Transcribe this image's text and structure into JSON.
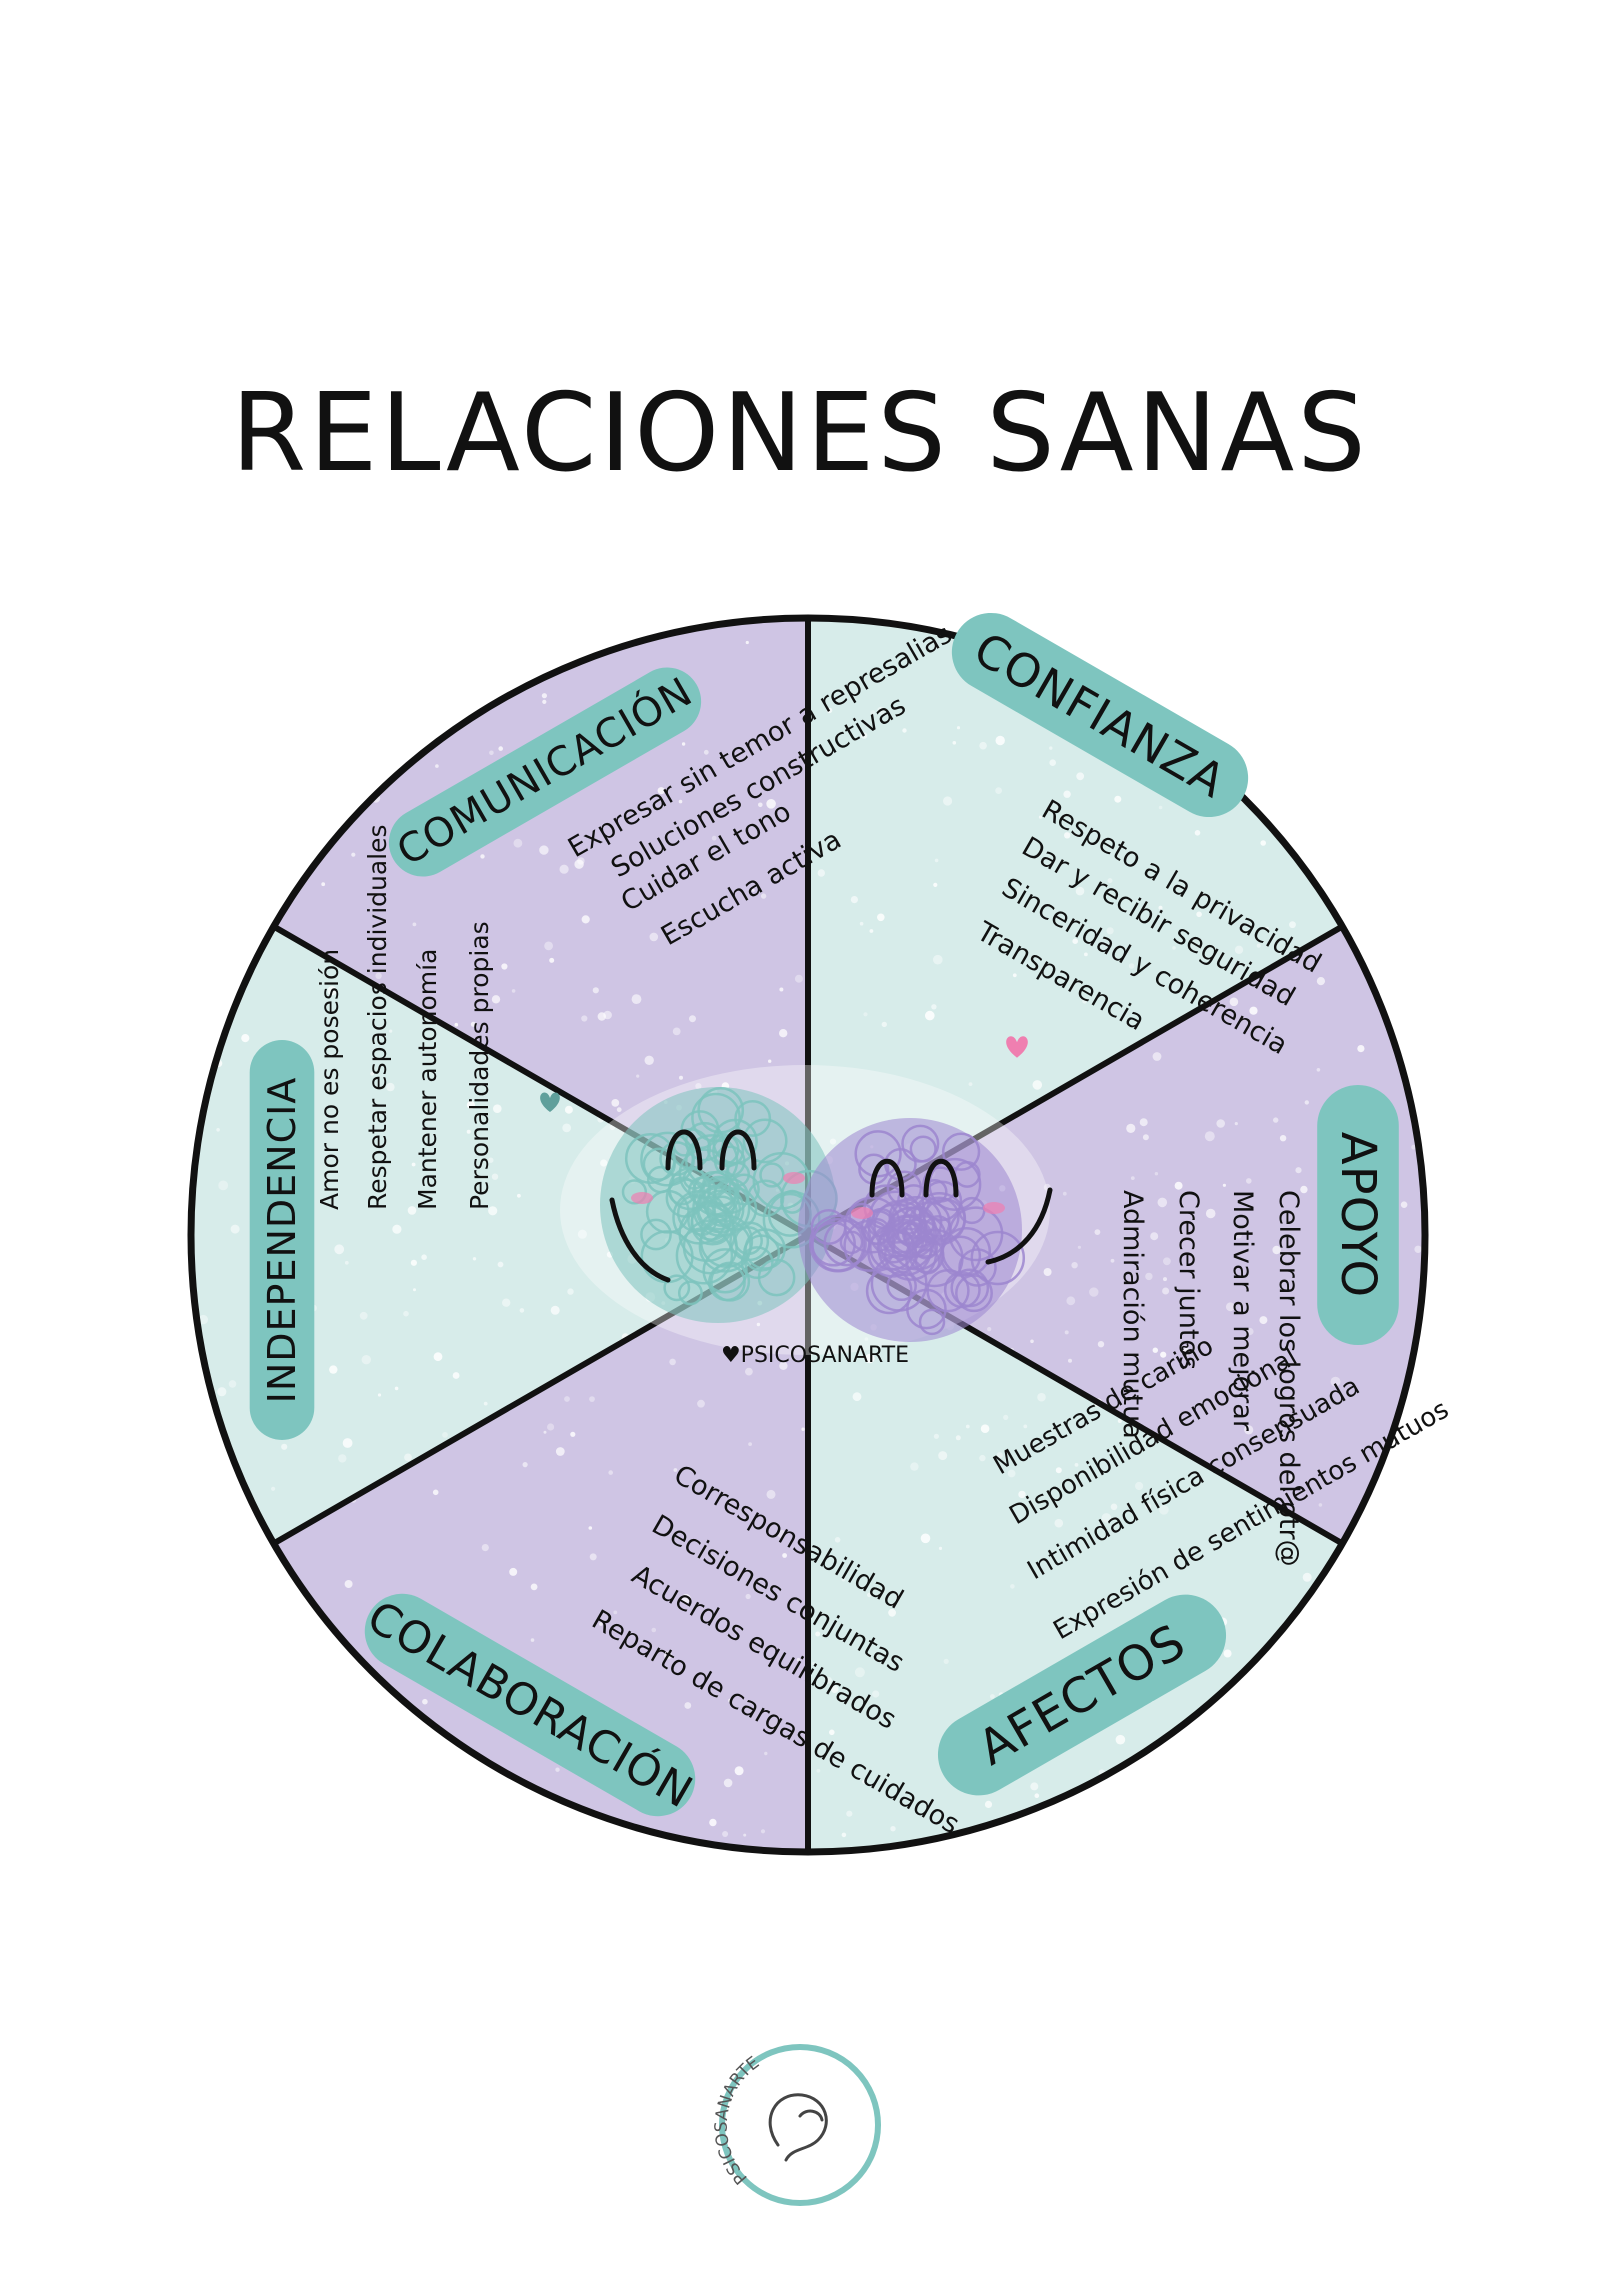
{
  "title": "RELACIONES SANAS",
  "colors": {
    "mint": "#d7ecea",
    "lavender": "#cfc5e4",
    "teal_label": "#7ec5bf",
    "outline": "#111111",
    "mint_ball": "#7dc3bd",
    "purple_ball": "#9c86cf",
    "heart_pink": "#ef7fb0",
    "heart_teal": "#5f9f9b"
  },
  "wheel": {
    "sectors": [
      {
        "title": "COMUNICACIÓN",
        "items": [
          "Expresar sin temor a represalias",
          "Soluciones constructivas",
          "Cuidar el tono",
          "Escucha activa"
        ]
      },
      {
        "title": "CONFIANZA",
        "items": [
          "Respeto a la privacidad",
          "Dar y recibir seguridad",
          "Sinceridad y coherencia",
          "Transparencia"
        ]
      },
      {
        "title": "APOYO",
        "items": [
          "Celebrar los logros del otr@",
          "Motivar a mejorar",
          "Crecer juntos",
          "Admiración mutua"
        ]
      },
      {
        "title": "AFECTOS",
        "items": [
          "Muestras de cariño",
          "Disponibilidad emocional",
          "Intimidad física consensuada",
          "Expresión de sentimientos mutuos"
        ]
      },
      {
        "title": "COLABORACIÓN",
        "items": [
          "Corresponsabilidad",
          "Decisiones conjuntas",
          "Acuerdos equilibrados",
          "Reparto de cargas de cuidados"
        ]
      },
      {
        "title": "INDEPENDENCIA",
        "items": [
          "Amor no es posesión",
          "Respetar espacios individuales",
          "Mantener autonomía",
          "Personalidades propias"
        ]
      }
    ],
    "center_credit": "♥PSICOSANARTE"
  },
  "logo": {
    "text": "PSICOSANARTE"
  }
}
